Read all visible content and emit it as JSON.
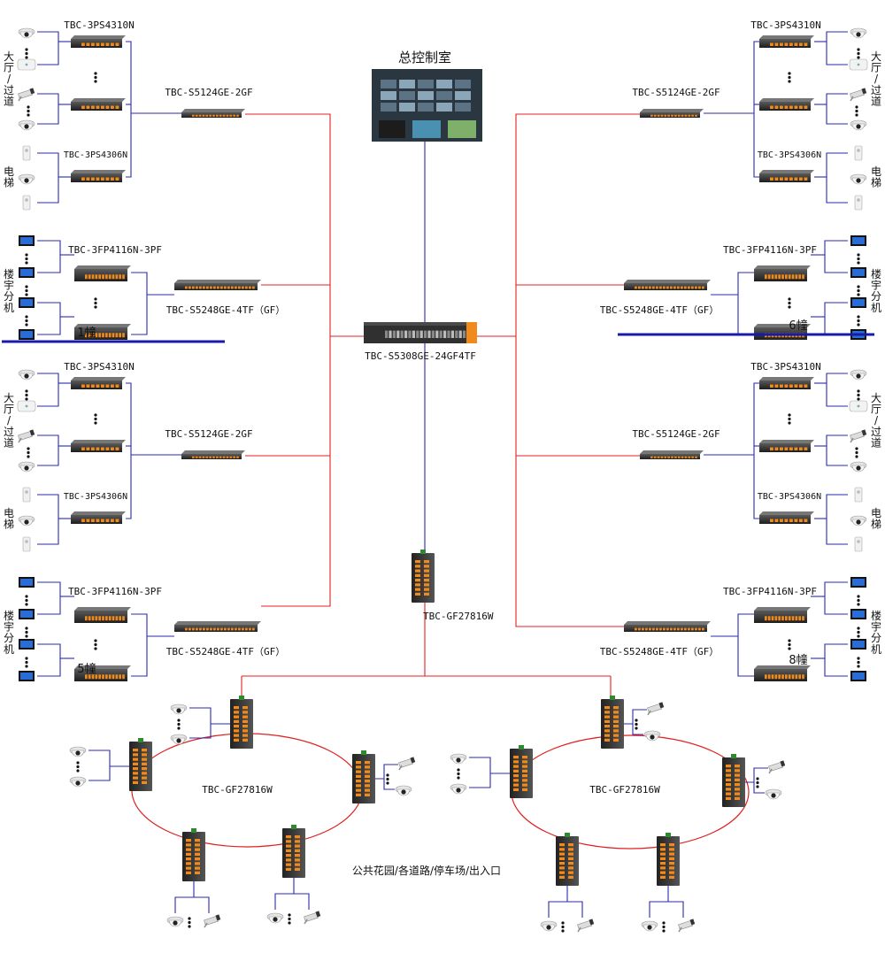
{
  "control_room": "总控制室",
  "core_switch": "TBC-S5308GE-24GF4TF",
  "poe_switch": "TBC-3PS4310N",
  "poe_switch_small": "TBC-3PS4306N",
  "fiber_switch": "TBC-3FP4116N-3PF",
  "agg_switch_small": "TBC-S5124GE-2GF",
  "agg_switch_large": "TBC-S5248GE-4TF（GF）",
  "industrial_switch": "TBC-GF27816W",
  "area_lobby": "大厅/过道",
  "area_elevator": "电梯",
  "area_unit": "楼宇分机",
  "building_1": "1幢",
  "building_5": "5幢",
  "building_6": "6幢",
  "building_8": "8幢",
  "public_area": "公共花园/各道路/停车场/出入口",
  "colors": {
    "red_link": "#e02020",
    "blue_link": "#2a2ab0",
    "divider": "#1a1aa8",
    "switch_body": "#2b2b2b",
    "switch_port": "#f08a1c"
  }
}
